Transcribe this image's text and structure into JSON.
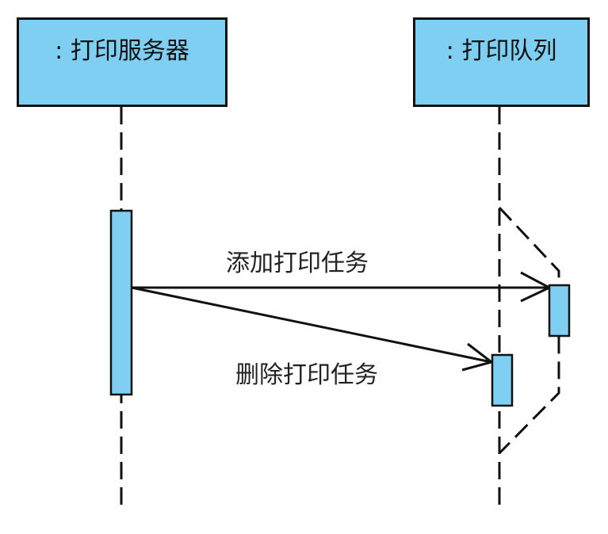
{
  "objects": {
    "server": ": 打印服务器",
    "queue": ": 打印队列"
  },
  "messages": {
    "add": "添加打印任务",
    "delete": "删除打印任务"
  },
  "colors": {
    "object_fill": "#7ecff1",
    "activation_fill": "#7ecff1",
    "stroke": "#111111"
  }
}
